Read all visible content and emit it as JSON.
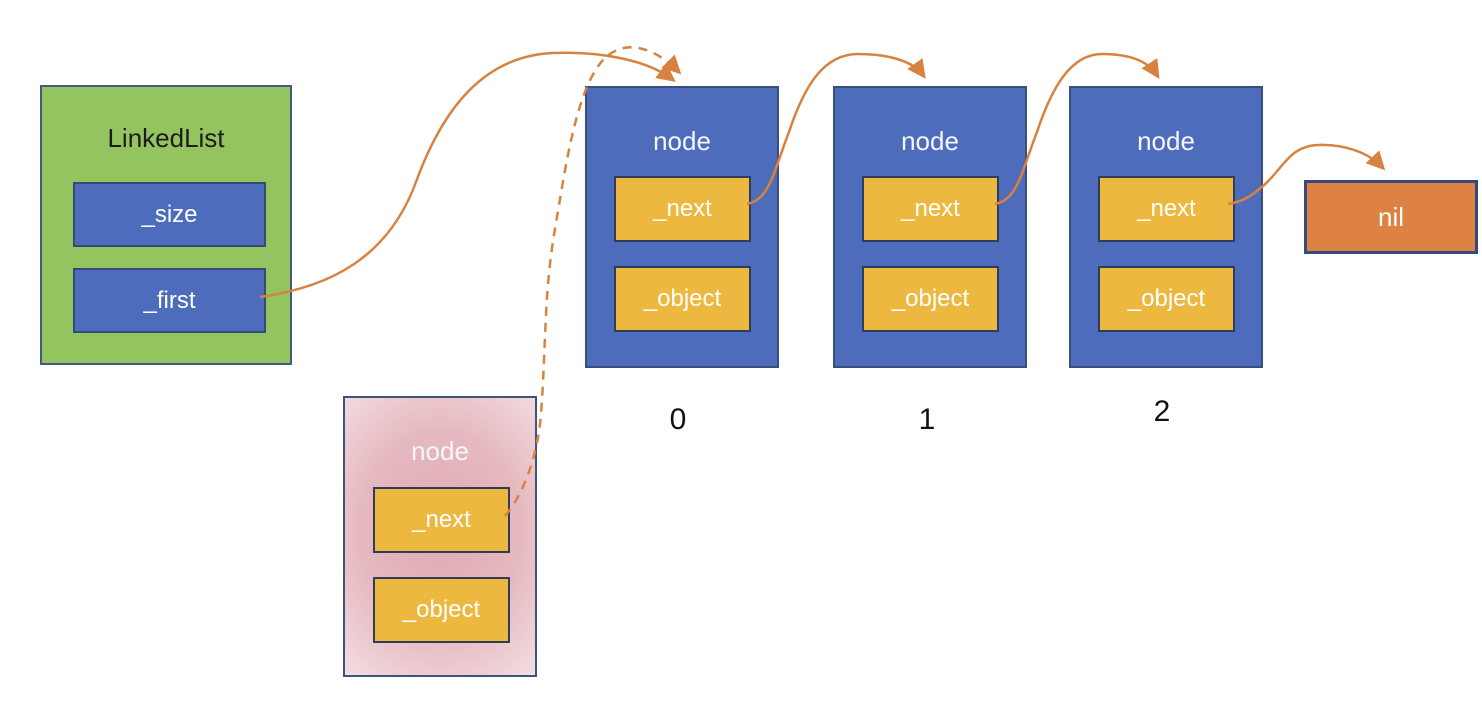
{
  "diagram": {
    "linked_list": {
      "title": "LinkedList",
      "size_label": "_size",
      "first_label": "_first"
    },
    "nodes": [
      {
        "title": "node",
        "next_label": "_next",
        "object_label": "_object",
        "index": "0"
      },
      {
        "title": "node",
        "next_label": "_next",
        "object_label": "_object",
        "index": "1"
      },
      {
        "title": "node",
        "next_label": "_next",
        "object_label": "_object",
        "index": "2"
      }
    ],
    "new_node": {
      "title": "node",
      "next_label": "_next",
      "object_label": "_object"
    },
    "nil": {
      "label": "nil"
    }
  },
  "colors": {
    "list_fill": "#93c45f",
    "node_fill": "#4d6cbb",
    "field_fill": "#ecb83f",
    "nil_fill": "#dd8243",
    "new_node_fill": "#e0a9b2",
    "arrow": "#d9823f",
    "border": "#3a4f79"
  }
}
